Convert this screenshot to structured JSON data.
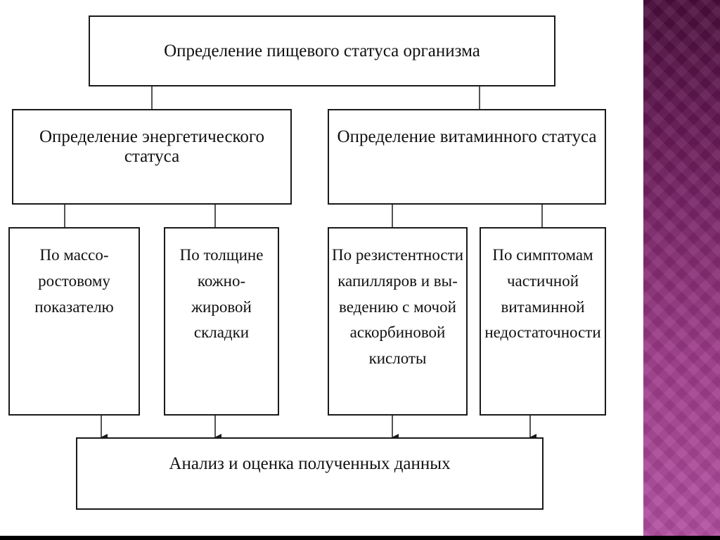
{
  "diagram": {
    "root": "Определение пищевого статуса организма",
    "energy": "Определение энергетического статуса",
    "vitamin": "Определение витаминного статуса",
    "leaf1": "По массо-\nростовому\nпоказателю",
    "leaf2": "По толщине\nкожно-\nжировой\nскладки",
    "leaf3": "По резистентности\nкапилляров и вы-\nведению с мочой\nаскорбиновой\nкислоты",
    "leaf4": "По симптомам\nчастичной\nвитаминной\nнедостаточности",
    "result": "Анализ и оценка полученных данных"
  },
  "colors": {
    "line": "#1a1a1a",
    "panel_top": "#4a0e3c",
    "panel_bottom": "#b24fa1"
  }
}
